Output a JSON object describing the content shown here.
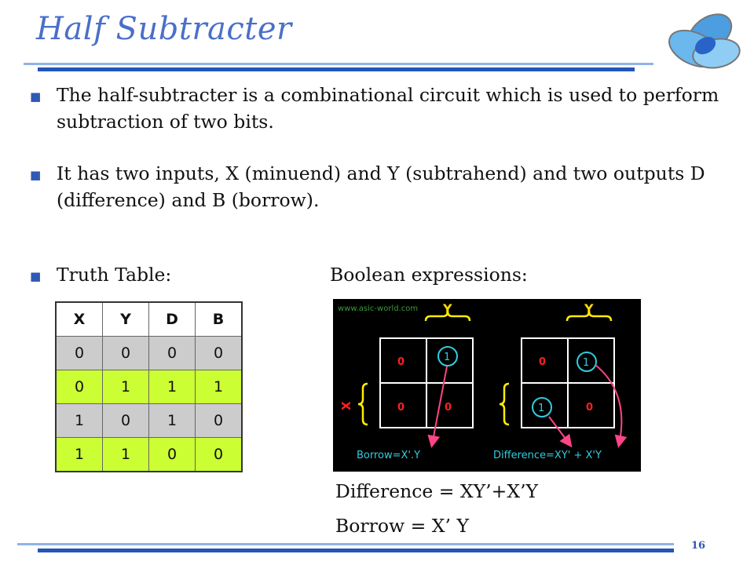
{
  "slide": {
    "title": "Half Subtracter",
    "bullets": [
      "The half-subtracter is a combinational circuit which is used to perform subtraction of two bits.",
      "It has two inputs, X (minuend) and Y (subtrahend) and two outputs D (difference) and B (borrow).",
      "Truth Table:"
    ],
    "boolean_title": "Boolean expressions:",
    "page_number": "16"
  },
  "truth_table": {
    "headers": [
      "X",
      "Y",
      "D",
      "B"
    ],
    "rows": [
      [
        "0",
        "0",
        "0",
        "0"
      ],
      [
        "0",
        "1",
        "1",
        "1"
      ],
      [
        "1",
        "0",
        "1",
        "0"
      ],
      [
        "1",
        "1",
        "0",
        "0"
      ]
    ]
  },
  "kmap": {
    "watermark": "www.asic-world.com",
    "y_label": "Y",
    "x_label": "X",
    "left_cells": [
      "0",
      "1",
      "0",
      "0"
    ],
    "right_cells": [
      "0",
      "1",
      "1",
      "0"
    ],
    "left_caption": "Borrow=X'.Y",
    "right_caption": "Difference=XY' + X'Y",
    "colors": {
      "background": "#000000",
      "grid": "#ffffff",
      "zero": "#ff2020",
      "one_circle": "#33ccdd",
      "arrow": "#ff4488",
      "brace": "#ffee00"
    }
  },
  "expressions": {
    "difference": "Difference = XY’+X’Y",
    "borrow": "Borrow = X’ Y"
  },
  "colors": {
    "accent": "#2456b8",
    "title": "#4a6fc9",
    "row_grey": "#cccccc",
    "row_green": "#ccff33"
  }
}
